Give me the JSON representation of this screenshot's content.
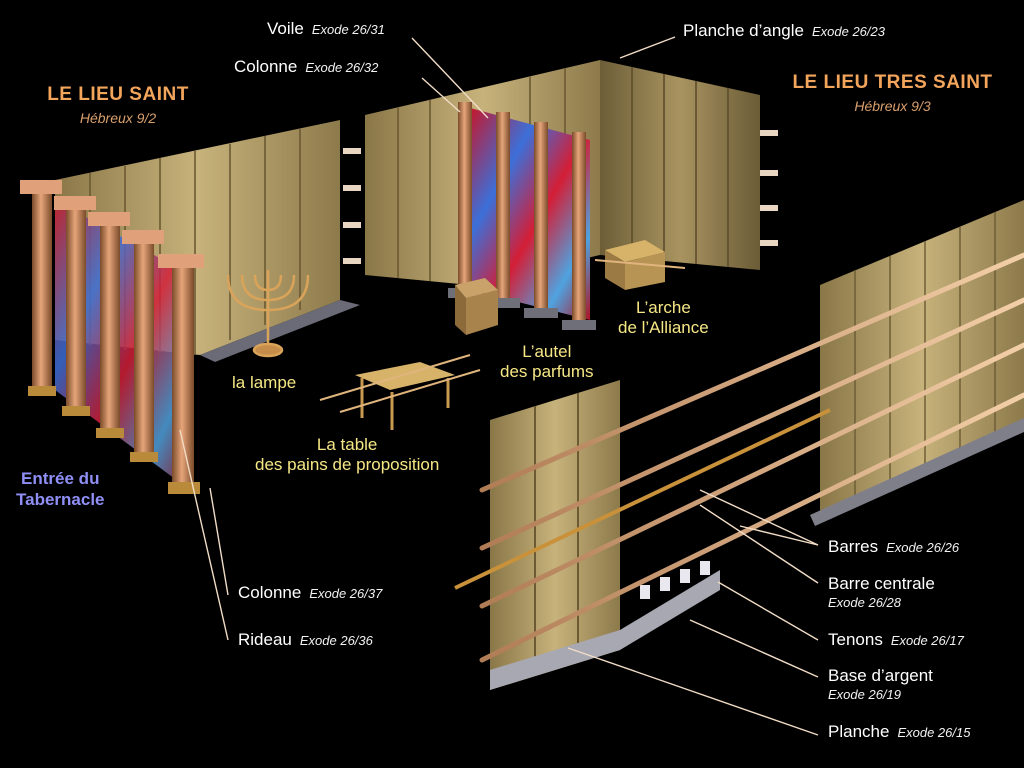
{
  "sections": {
    "holy_place": {
      "title": "LE LIEU SAINT",
      "ref": "Hébreux 9/2"
    },
    "most_holy_place": {
      "title": "LE LIEU TRES SAINT",
      "ref": "Hébreux 9/3"
    }
  },
  "entrance": {
    "line1": "Entrée du",
    "line2": "Tabernacle"
  },
  "labels": {
    "voile": {
      "text": "Voile",
      "ref": "Exode 26/31"
    },
    "colonne_top": {
      "text": "Colonne",
      "ref": "Exode 26/32"
    },
    "planche_angle": {
      "text": "Planche d’angle",
      "ref": "Exode 26/23"
    },
    "colonne_bottom": {
      "text": "Colonne",
      "ref": "Exode 26/37"
    },
    "rideau": {
      "text": "Rideau",
      "ref": "Exode 26/36"
    },
    "barres": {
      "text": "Barres",
      "ref": "Exode 26/26"
    },
    "barre_centrale": {
      "text": "Barre centrale",
      "ref": "Exode 26/28"
    },
    "tenons": {
      "text": "Tenons",
      "ref": "Exode 26/17"
    },
    "base_argent": {
      "text": "Base d’argent",
      "ref": "Exode 26/19"
    },
    "planche": {
      "text": "Planche",
      "ref": "Exode 26/15"
    }
  },
  "furniture": {
    "lampe": "la lampe",
    "table_line1": "La table",
    "table_line2": "des pains de proposition",
    "autel_line1": "L’autel",
    "autel_line2": "des parfums",
    "arche_line1": "L’arche",
    "arche_line2": "de l’Alliance"
  },
  "colors": {
    "background": "#000000",
    "gold": "#b8a26a",
    "section_title": "#f3a55c",
    "entrance": "#8f8ff5",
    "furniture_label": "#f6e785",
    "label": "#ffffff"
  }
}
